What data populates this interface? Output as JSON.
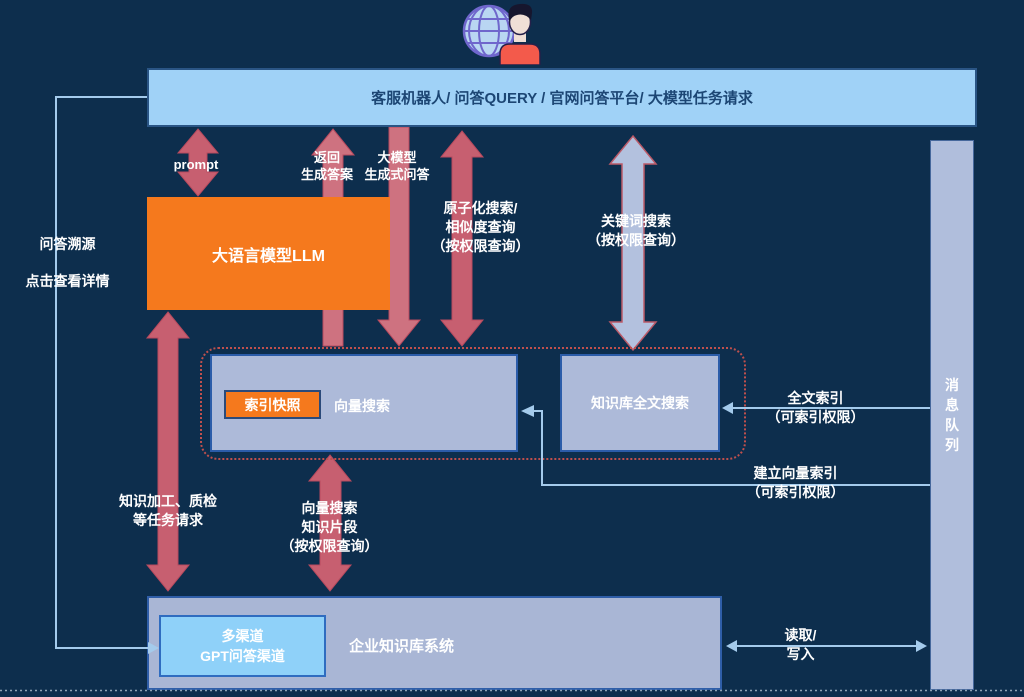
{
  "colors": {
    "background": "#0d2e4d",
    "banner_blue": "#a0d2f7",
    "accent_orange": "#f5791d",
    "box_gray_blue": "#adbad9",
    "gpt_light_blue": "#8fd1f9",
    "arrow_red": "#c75f70",
    "arrow_gray_blue": "#b3c1de",
    "line_blue": "#a4cbec",
    "dashed_border_red": "#c0504d"
  },
  "icons": {
    "user": "globe-user-icon"
  },
  "header": {
    "banner_label": "客服机器人/ 问答QUERY / 官网问答平台/ 大模型任务请求"
  },
  "left_panel": {
    "trace_title": "问答溯源",
    "trace_subtitle": "点击查看详情"
  },
  "llm": {
    "label": "大语言模型LLM"
  },
  "arrow_labels": {
    "prompt": "prompt",
    "return_answer": "返回\n生成答案",
    "llm_generative_qa": "大模型\n生成式问答",
    "atomic_search": "原子化搜索/\n相似度查询\n（按权限查询）",
    "keyword_search": "关键词搜索\n（按权限查询）",
    "knowledge_processing": "知识加工、质检\n等任务请求",
    "vector_fragment": "向量搜索\n知识片段\n（按权限查询）",
    "fulltext_index": "全文索引\n（可索引权限）",
    "build_vector_index": "建立向量索引\n（可索引权限）",
    "read_write": "读取/\n写入"
  },
  "search_cluster": {
    "index_snapshot": "索引快照",
    "vector_search": "向量搜索",
    "kb_fulltext_search": "知识库全文搜索"
  },
  "message_queue": {
    "label": "消息队列"
  },
  "kb_system": {
    "label": "企业知识库系统",
    "gpt_channel": "多渠道\nGPT问答渠道"
  }
}
